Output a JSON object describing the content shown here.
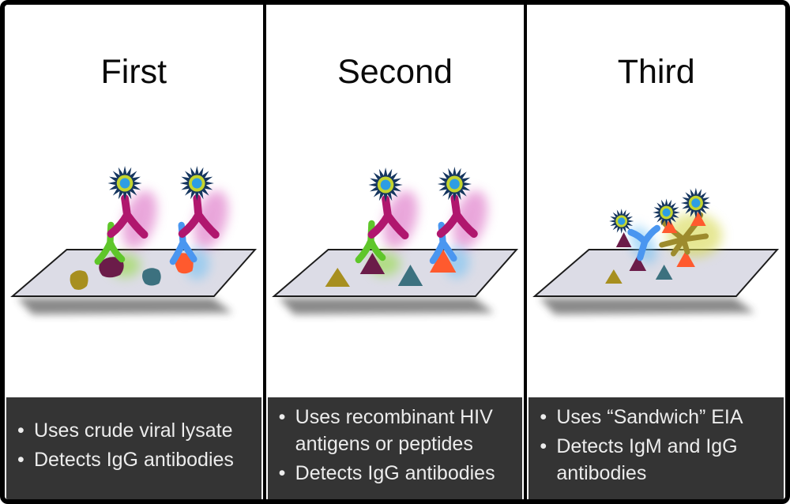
{
  "bullet_char": "•",
  "panels": [
    {
      "title": "First",
      "bullets": [
        "Uses crude viral lysate",
        "Detects IgG antibodies"
      ]
    },
    {
      "title": "Second",
      "bullets": [
        "Uses recombinant HIV antigens or peptides",
        "Detects IgG antibodies"
      ]
    },
    {
      "title": "Third",
      "bullets": [
        "Uses “Sandwich” EIA",
        "Detects IgM and IgG antibodies"
      ]
    }
  ],
  "palette": {
    "caption-bg": "#343434",
    "caption-text": "#ececec",
    "plate-fill": "#dcdce6",
    "plate-stroke": "#1c1c1c",
    "conjugate-magenta": "#b0176e",
    "antibody-green": "#5fc62a",
    "antibody-blue": "#4a96f0",
    "igm-olive": "#9d8b2d",
    "antigen-olive": "#a78f1f",
    "antigen-maroon": "#6b1c49",
    "antigen-teal": "#3c717f",
    "antigen-orange": "#ff5a2e",
    "glow-magenta": "#d44fb7",
    "glow-green": "#8edc35",
    "glow-blue": "#6cc0f5",
    "glow-yellow": "#d6d84e",
    "enzyme-spikes": "#16365f",
    "enzyme-ring": "#c4d42e",
    "enzyme-core": "#2d9de4"
  }
}
